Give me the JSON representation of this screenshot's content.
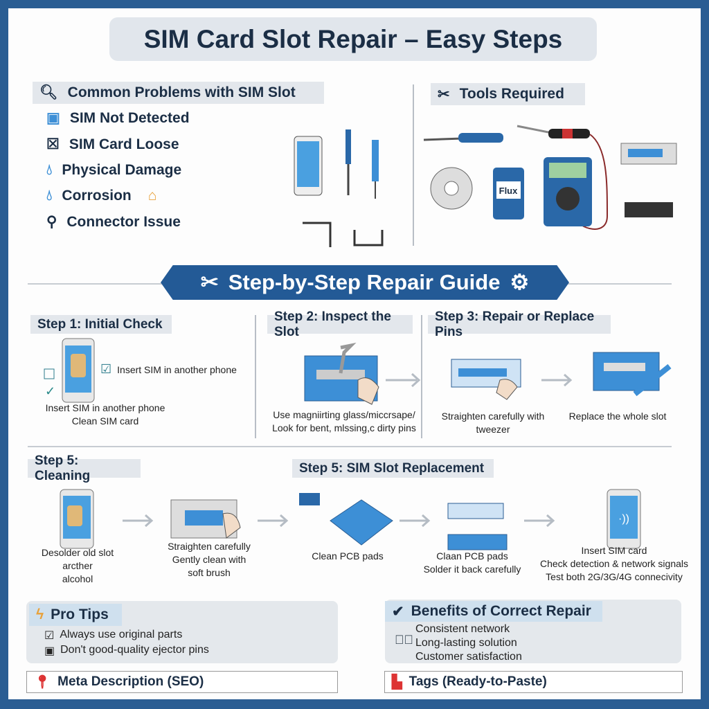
{
  "title": "SIM Card Slot Repair – Easy Steps",
  "problems": {
    "heading": "Common Problems with SIM Slot",
    "items": [
      "SIM Not Detected",
      "SIM Card Loose",
      "Physical Damage",
      "Corrosion",
      "Connector Issue"
    ]
  },
  "tools": {
    "heading": "Tools Required",
    "flux_label": "Flux"
  },
  "banner": "Step-by-Step Repair Guide",
  "step1": {
    "title": "Step 1: Initial Check",
    "check_label": "Insert SIM in another phone",
    "caption": [
      "Insert SIM in another phone",
      "Clean SIM card"
    ]
  },
  "step2": {
    "title": "Step 2: Inspect the Slot",
    "caption": [
      "Use magniirting glass/miccrsape/",
      "Look for bent, mlssing,c dirty pins"
    ]
  },
  "step3": {
    "title": "Step 3: Repair or Replace Pins",
    "caption_a": "Straighten carefully with tweezer",
    "caption_b": "Replace the whole slot"
  },
  "step5a": {
    "title": "Step 5: Cleaning",
    "caption_a": [
      "Desolder old slot",
      "arcther",
      "alcohol"
    ],
    "caption_b": [
      "Straighten carefully",
      "Gently clean with",
      "soft brush"
    ]
  },
  "step5b": {
    "title": "Step 5: SIM Slot Replacement",
    "caption_a": "Clean PCB pads",
    "caption_b": [
      "Claan PCB pads",
      "Solder it back carefully"
    ],
    "caption_c": [
      "Insert SIM card",
      "Check detection & network signals",
      "Test both 2G/3G/4G connecivity"
    ]
  },
  "pro_tips": {
    "heading": "Pro Tips",
    "items": [
      "Always use original parts",
      "Don't good-quality ejector pins"
    ]
  },
  "benefits": {
    "heading": "Benefits of Correct Repair",
    "items": [
      "Consistent network",
      "Long-lasting solution",
      "Customer satisfaction"
    ]
  },
  "meta": "Meta Description (SEO)",
  "tags": "Tags (Ready-to-Paste)",
  "colors": {
    "frame": "#2a5d93",
    "banner": "#235a96",
    "header_bg": "#e3e7ec",
    "accent_blue": "#3d8fd6"
  }
}
